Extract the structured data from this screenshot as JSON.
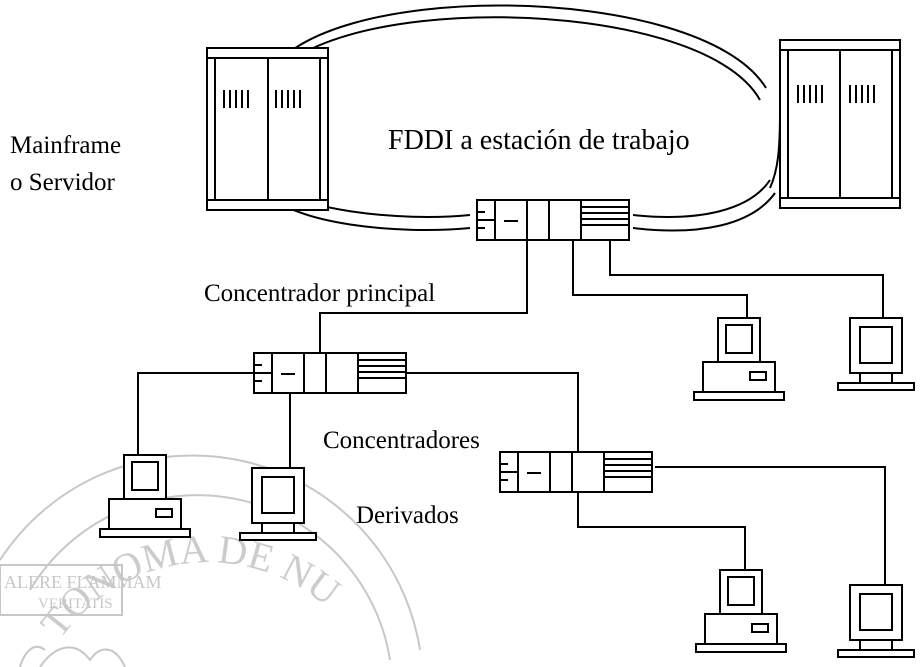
{
  "labels": {
    "mainframe_line1": "Mainframe",
    "mainframe_line2": "o Servidor",
    "fddi": "FDDI a estación de trabajo",
    "main_concentrator": "Concentrador principal",
    "concentrators": "Concentradores",
    "derived": "Derivados"
  },
  "watermark": {
    "arc_text": "TONOMA DE NU",
    "banner_line1": "ALERE FLAMMAM",
    "banner_line2": "VERITATIS"
  },
  "colors": {
    "line": "#000000",
    "watermark": "#c7c7c7",
    "background": "#ffffff"
  }
}
